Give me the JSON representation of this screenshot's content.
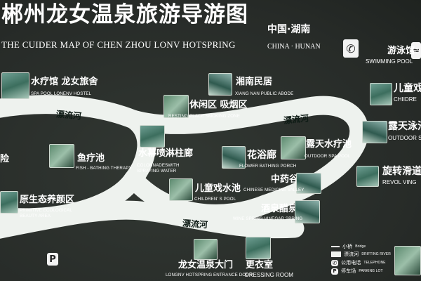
{
  "title": {
    "cn": "郴州龙女温泉旅游导游图",
    "en": "THE CUIDER MAP OF CHEN ZHOU LONV HOTSPRING",
    "region_cn": "中国·湖南",
    "region_en": "CHINA · HUNAN"
  },
  "river_labels": [
    "漂流河",
    "漂流河",
    "漂流河"
  ],
  "spots": {
    "spa_pool": {
      "cn": "水疗馆 龙女旅舍",
      "en": "SPA POOL LONENV HOSTEL"
    },
    "xiangnan": {
      "cn": "湘南民居",
      "en": "XIANG NAN PUBLIC ABODE"
    },
    "resting": {
      "cn": "休闲区 吸烟区",
      "en": "RESTING PLACE SMOKING ZONE"
    },
    "swimming": {
      "cn": "游泳馆",
      "en": "SWIMMING POOL"
    },
    "children_top": {
      "cn": "儿童戏水",
      "en": "CHIIDRE"
    },
    "outdoor_right": {
      "cn": "露天泳池",
      "en": "OUTDOOR SPA"
    },
    "danger": {
      "cn": "险"
    },
    "fish": {
      "cn": "鱼疗池",
      "en": "FISH - BATHING THERAPY"
    },
    "colonnade": {
      "cn": "水幕喷淋柱廊",
      "en": "COLONNADESWITH SPRAYING WATER"
    },
    "flower": {
      "cn": "花浴廊",
      "en": "FLOWER BATHING PORCH"
    },
    "outdoor_spa": {
      "cn": "露天水疗池",
      "en": "OUTDOOR SPA POOL"
    },
    "rotary": {
      "cn": "旋转滑道",
      "en": "REVOL VING"
    },
    "medicine": {
      "cn": "中药谷",
      "en": "CHINESE MEDICINE VALLEY"
    },
    "children_pool": {
      "cn": "儿童戏水池",
      "en": "CHILDREN' S POOL"
    },
    "ecological": {
      "cn": "原生态养颜区",
      "en": "PRIMITIVE ECOLOGICAL BEAUTY AREA"
    },
    "wine": {
      "cn": "酒泉醋泉",
      "en": "WINE SPRING VINEGAR SPRING"
    },
    "entrance": {
      "cn": "龙女温泉大门",
      "en": "LONGNV HOTSPRING ENTRANCE DOOR"
    },
    "dressing": {
      "cn": "更衣室",
      "en": "DRESSING ROOM"
    }
  },
  "legend": [
    {
      "cn": "小桥",
      "en": "Bridge"
    },
    {
      "cn": "漂流河",
      "en": "DRIFTING RIVER"
    },
    {
      "cn": "公用电话",
      "en": "TELEPHONE"
    },
    {
      "cn": "停车场",
      "en": "PARKING LOT"
    }
  ],
  "icons": {
    "parking": "P",
    "parking_legend": "P",
    "phone_icon": "phone-icon",
    "swim_icon": "swimming-icon"
  },
  "colors": {
    "background": "#2a2f2b",
    "river": "#eef2ee",
    "text": "#ffffff"
  }
}
